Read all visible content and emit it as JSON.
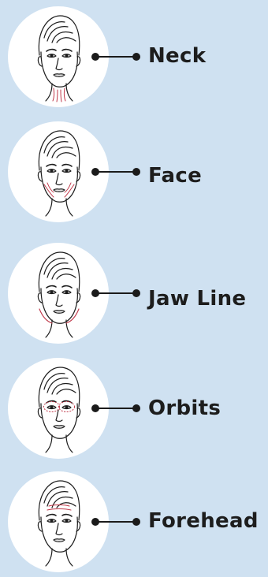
{
  "areas": [
    {
      "label": "Neck",
      "highlight": "neck"
    },
    {
      "label": "Face",
      "highlight": "face"
    },
    {
      "label": "Jaw Line",
      "highlight": "jaw"
    },
    {
      "label": "Orbits",
      "highlight": "orbits"
    },
    {
      "label": "Forehead",
      "highlight": "forehead"
    }
  ],
  "colors": {
    "background": "#cfe1f1",
    "circle": "#ffffff",
    "ink": "#1d1d1d",
    "highlight": "#c0394a"
  }
}
